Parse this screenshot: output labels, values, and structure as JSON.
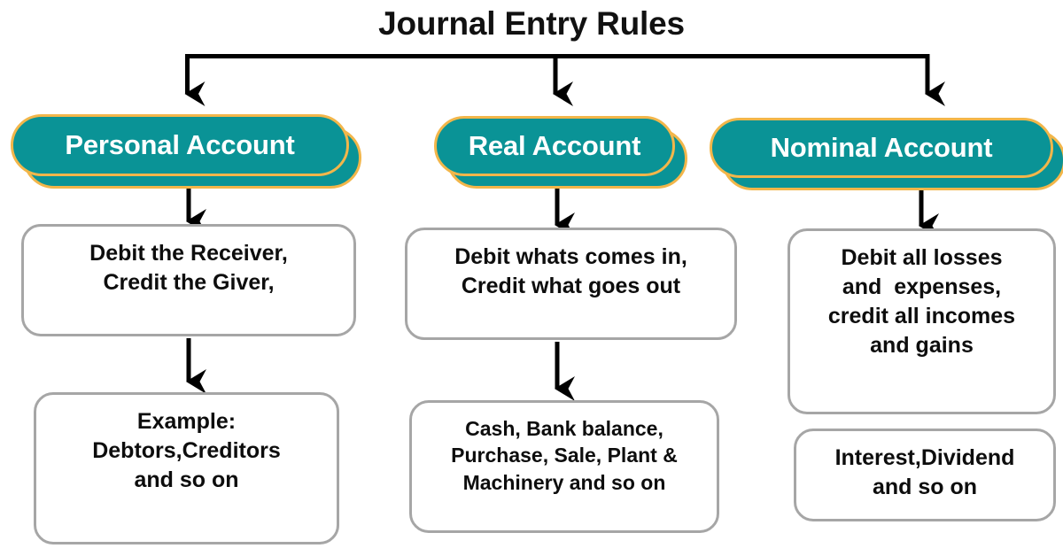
{
  "diagram": {
    "title": "Journal Entry Rules",
    "colors": {
      "teal": "#0A9396",
      "gold": "#F2B64A",
      "box_border": "#A6A6A6",
      "text": "#0D0D0D",
      "connector": "#000000",
      "background": "#FFFFFF"
    },
    "columns": [
      {
        "key": "personal",
        "header": "Personal Account",
        "rule_lines": [
          "Debit the Receiver,",
          "Credit the Giver,"
        ],
        "example_lines": [
          "Example:",
          "Debtors,Creditors",
          "and so on"
        ]
      },
      {
        "key": "real",
        "header": "Real Account",
        "rule_lines": [
          "Debit whats comes in,",
          "Credit what goes out"
        ],
        "example_lines": [
          "Cash, Bank balance,",
          "Purchase, Sale, Plant &",
          "Machinery and so on"
        ]
      },
      {
        "key": "nominal",
        "header": "Nominal Account",
        "rule_lines": [
          "Debit all losses",
          "and  expenses,",
          "credit all incomes",
          "and gains"
        ],
        "example_lines": [
          "Interest,Dividend",
          "and so on"
        ]
      }
    ]
  }
}
